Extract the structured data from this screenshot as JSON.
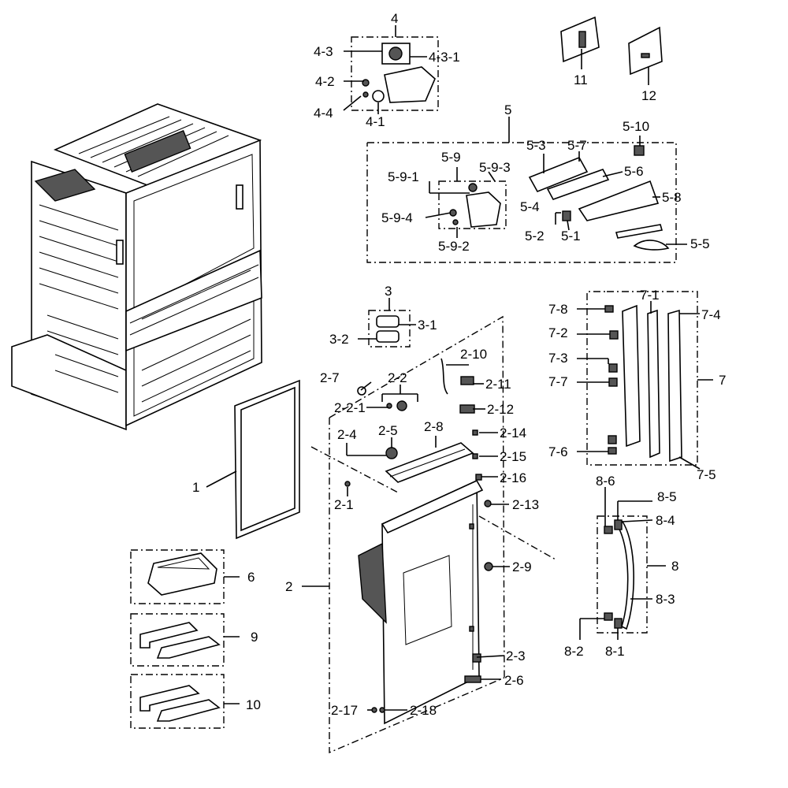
{
  "labels": {
    "l1": "1",
    "l2": "2",
    "l2_1": "2-1",
    "l2_2": "2-2",
    "l2_2_1": "2-2-1",
    "l2_3": "2-3",
    "l2_4": "2-4",
    "l2_5": "2-5",
    "l2_6": "2-6",
    "l2_7": "2-7",
    "l2_8": "2-8",
    "l2_9": "2-9",
    "l2_10": "2-10",
    "l2_11": "2-11",
    "l2_12": "2-12",
    "l2_13": "2-13",
    "l2_14": "2-14",
    "l2_15": "2-15",
    "l2_16": "2-16",
    "l2_17": "2-17",
    "l2_18": "2-18",
    "l3": "3",
    "l3_1": "3-1",
    "l3_2": "3-2",
    "l4": "4",
    "l4_1": "4-1",
    "l4_2": "4-2",
    "l4_3": "4-3",
    "l4_3_1": "4-3-1",
    "l4_4": "4-4",
    "l5": "5",
    "l5_1": "5-1",
    "l5_2": "5-2",
    "l5_3": "5-3",
    "l5_4": "5-4",
    "l5_5": "5-5",
    "l5_6": "5-6",
    "l5_7": "5-7",
    "l5_8": "5-8",
    "l5_9": "5-9",
    "l5_9_1": "5-9-1",
    "l5_9_2": "5-9-2",
    "l5_9_3": "5-9-3",
    "l5_9_4": "5-9-4",
    "l5_10": "5-10",
    "l6": "6",
    "l7": "7",
    "l7_1": "7-1",
    "l7_2": "7-2",
    "l7_3": "7-3",
    "l7_4": "7-4",
    "l7_5": "7-5",
    "l7_6": "7-6",
    "l7_7": "7-7",
    "l7_8": "7-8",
    "l8": "8",
    "l8_1": "8-1",
    "l8_2": "8-2",
    "l8_3": "8-3",
    "l8_4": "8-4",
    "l8_5": "8-5",
    "l8_6": "8-6",
    "l9": "9",
    "l10": "10",
    "l11": "11",
    "l12": "12"
  }
}
